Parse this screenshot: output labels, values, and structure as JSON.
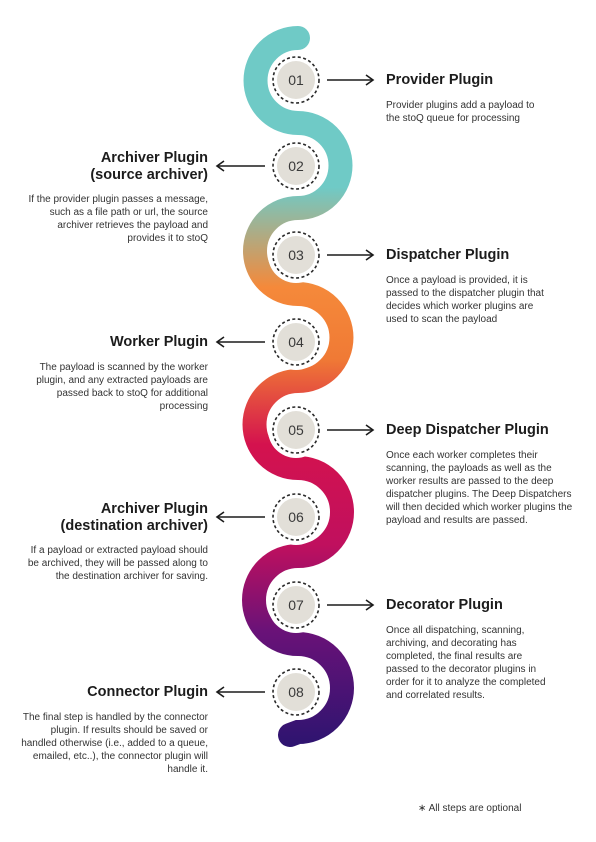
{
  "steps": [
    {
      "number": "01",
      "title": "Provider Plugin",
      "side": "right",
      "desc": "Provider plugins add a payload to the stoQ queue for processing"
    },
    {
      "number": "02",
      "title": "Archiver Plugin\n(source archiver)",
      "side": "left",
      "desc": "If the provider plugin passes a message, such as a file path or url, the source archiver retrieves the payload and provides it to stoQ"
    },
    {
      "number": "03",
      "title": "Dispatcher Plugin",
      "side": "right",
      "desc": "Once a payload is provided, it is passed to the dispatcher plugin that decides which worker plugins are used to scan the payload"
    },
    {
      "number": "04",
      "title": "Worker Plugin",
      "side": "left",
      "desc": "The payload is scanned by the worker plugin, and any extracted payloads are passed back to stoQ for additional processing"
    },
    {
      "number": "05",
      "title": "Deep Dispatcher Plugin",
      "side": "right",
      "desc": "Once each worker completes their scanning, the payloads as well as the worker results are passed to the deep dispatcher plugins. The Deep Dispatchers will then decided which worker plugins the payload and results are passed."
    },
    {
      "number": "06",
      "title": "Archiver Plugin\n(destination archiver)",
      "side": "left",
      "desc": "If a payload or extracted payload should be archived, they will be passed along to the destination archiver for saving."
    },
    {
      "number": "07",
      "title": "Decorator Plugin",
      "side": "right",
      "desc": "Once all dispatching, scanning, archiving, and decorating has completed, the final results are passed to the decorator plugins in order for it to analyze the completed and correlated results."
    },
    {
      "number": "08",
      "title": "Connector Plugin",
      "side": "left",
      "desc": "The final step is handled by the connector plugin. If results should be saved or handled otherwise (i.e., added to a queue, emailed, etc..), the connector plugin will handle it."
    }
  ],
  "footnote": "∗  All steps are optional",
  "colors": {
    "teal": "#6fcac6",
    "orange": "#f5893a",
    "magenta": "#c8105a",
    "purple": "#2e1470",
    "circle": "#e2dfd8",
    "arrow": "#1c1c1c"
  }
}
